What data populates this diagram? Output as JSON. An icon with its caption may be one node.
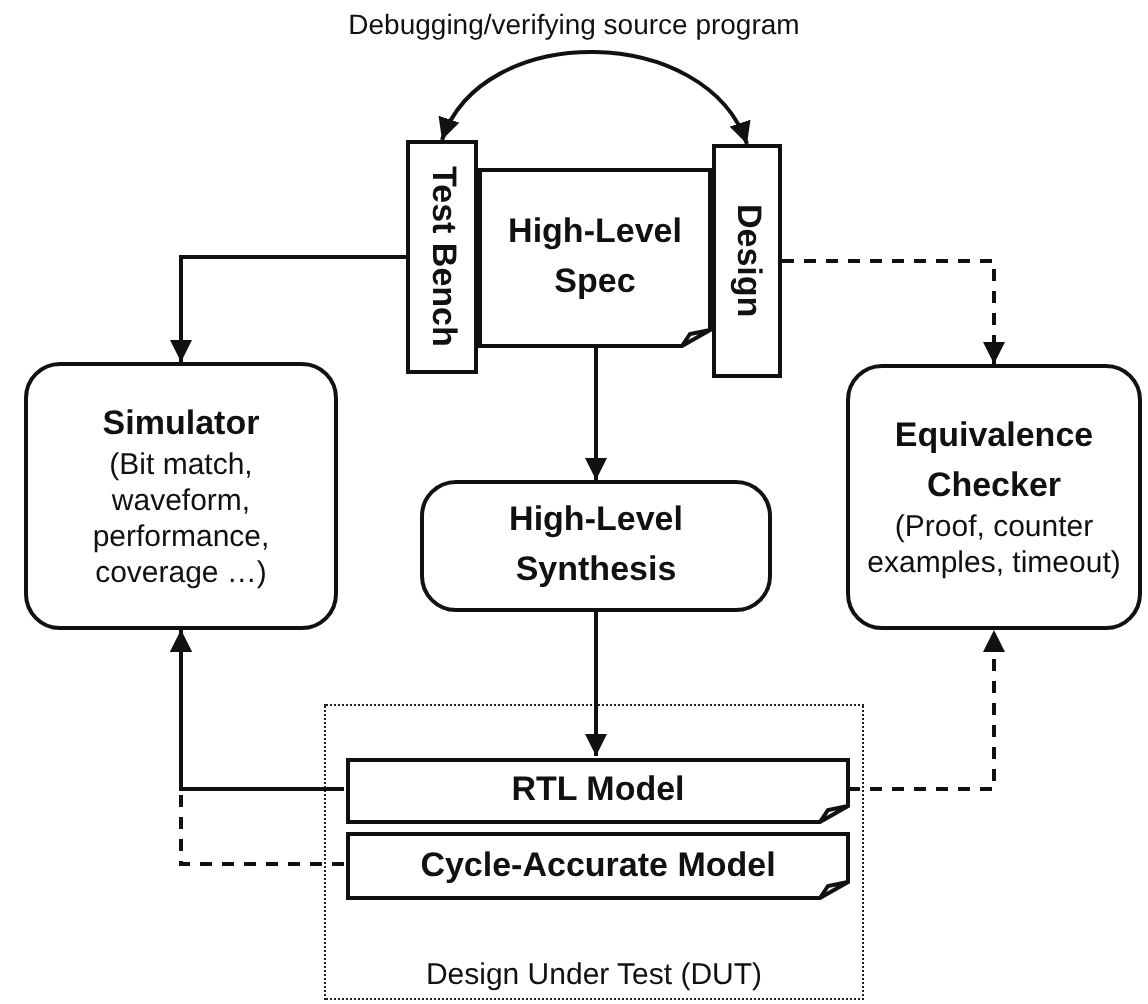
{
  "diagram": {
    "nodes": [
      {
        "text": [
          "Test Bench"
        ]
      },
      {
        "text": [
          "High-Level Spec"
        ]
      },
      {
        "text": [
          "Design"
        ]
      },
      {
        "text": [
          "Simulator",
          "(Bit match, waveform, performance, coverage …)"
        ]
      },
      {
        "text": [
          "High-Level Synthesis"
        ]
      },
      {
        "text": [
          "Equivalence Checker",
          "(Proof, counter examples, timeout)"
        ]
      },
      {
        "text": [
          "Design Under Test (DUT)"
        ]
      },
      {
        "text": [
          "RTL Model"
        ],
        "in": 6
      },
      {
        "text": [
          "Cycle-Accurate Model"
        ],
        "in": 6
      }
    ],
    "edges": [
      {
        "from": 0,
        "to": 2,
        "arrow": "both",
        "label": "Debugging/verifying source program"
      },
      {
        "from": 0,
        "to": 3,
        "arrow": "to"
      },
      {
        "from": 2,
        "to": 5,
        "arrow": "to",
        "style": "dashed"
      },
      {
        "from": 1,
        "to": 4,
        "arrow": "to"
      },
      {
        "from": 4,
        "to": 7,
        "arrow": "to"
      },
      {
        "from": 7,
        "to": 3,
        "arrow": "to"
      },
      {
        "from": 8,
        "to": 3,
        "arrow": "to",
        "style": "dashed"
      },
      {
        "from": 7,
        "to": 5,
        "arrow": "to",
        "style": "dashed"
      }
    ]
  }
}
